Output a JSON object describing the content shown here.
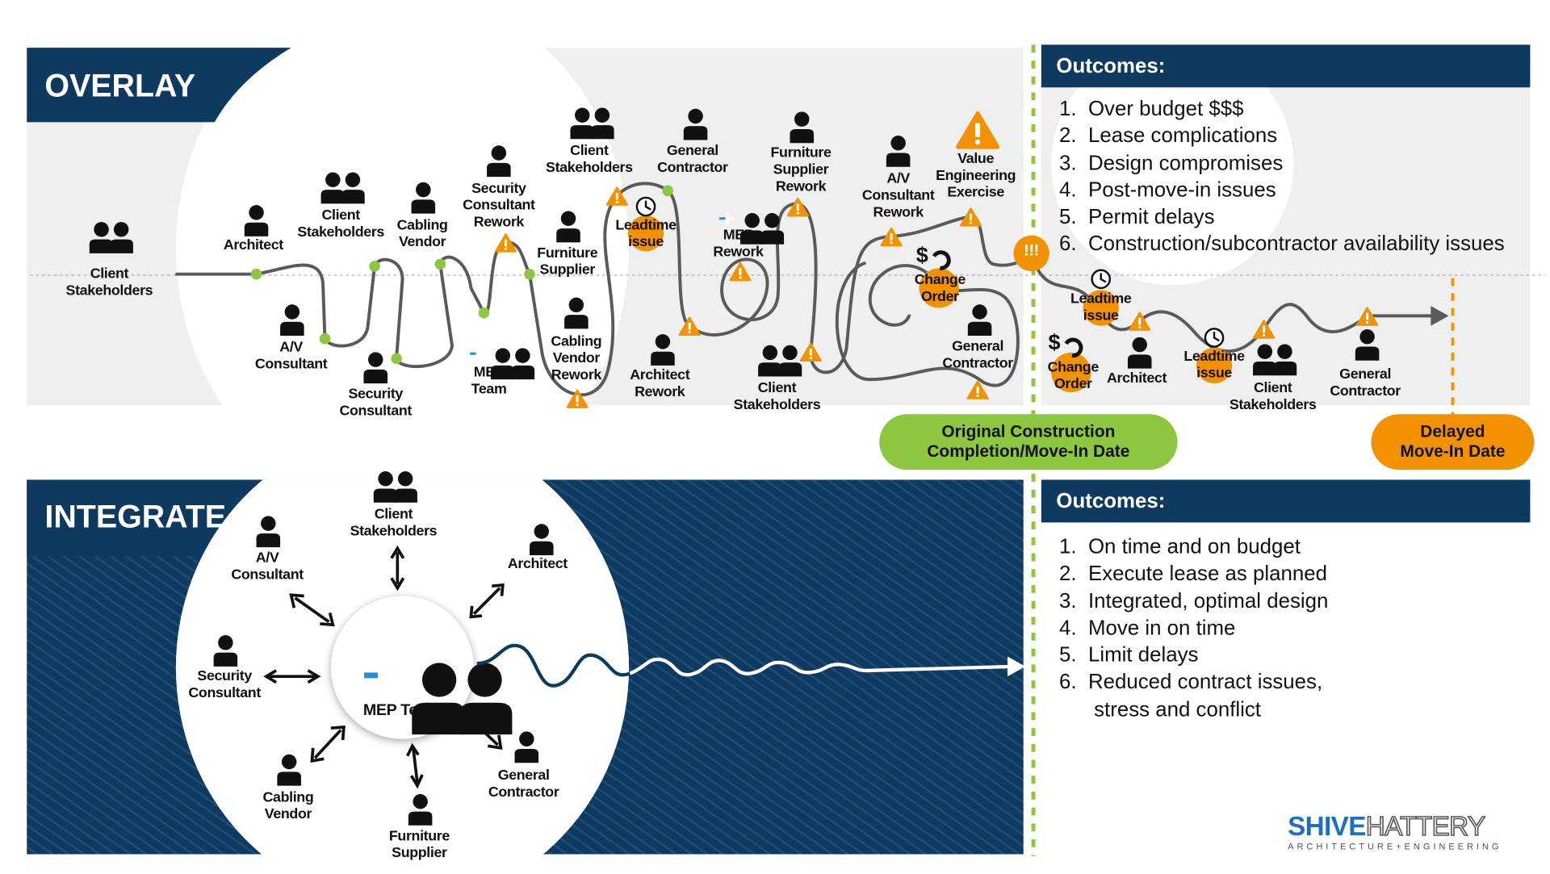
{
  "overlay": {
    "title": "OVERLAY",
    "nodes": [
      {
        "label": "Client\nStakeholders",
        "icon": "two-people-icon"
      },
      {
        "label": "Architect",
        "icon": "person-icon"
      },
      {
        "label": "Client\nStakeholders",
        "icon": "two-people-icon"
      },
      {
        "label": "Cabling\nVendor",
        "icon": "person-icon"
      },
      {
        "label": "Security\nConsultant\nRework",
        "icon": "person-icon"
      },
      {
        "label": "Client\nStakeholders",
        "icon": "two-people-icon"
      },
      {
        "label": "General\nContractor",
        "icon": "person-icon"
      },
      {
        "label": "Furniture\nSupplier\nRework",
        "icon": "person-icon"
      },
      {
        "label": "A/V\nConsultant\nRework",
        "icon": "person-icon"
      },
      {
        "label": "Value\nEngineering\nExercise",
        "icon": "warning-icon"
      },
      {
        "label": "A/V\nConsultant",
        "icon": "person-icon"
      },
      {
        "label": "Security\nConsultant",
        "icon": "person-icon"
      },
      {
        "label": "MEP\nTeam",
        "icon": "mep-team-icon"
      },
      {
        "label": "Furniture\nSupplier",
        "icon": "person-icon"
      },
      {
        "label": "Cabling\nVendor\nRework",
        "icon": "person-icon"
      },
      {
        "label": "Architect\nRework",
        "icon": "person-icon"
      },
      {
        "label": "Leadtime\nissue",
        "icon": "clock-icon"
      },
      {
        "label": "MEP\nRework",
        "icon": "mep-team-icon"
      },
      {
        "label": "Client\nStakeholders",
        "icon": "two-people-icon"
      },
      {
        "label": "Change\nOrder",
        "icon": "dollar-icon"
      },
      {
        "label": "General\nContractor",
        "icon": "person-icon"
      },
      {
        "label": "Leadtime\nissue",
        "icon": "clock-icon"
      },
      {
        "label": "Change\nOrder",
        "icon": "dollar-icon"
      },
      {
        "label": "Architect",
        "icon": "person-icon"
      },
      {
        "label": "Leadtime\nissue",
        "icon": "clock-icon"
      },
      {
        "label": "Client\nStakeholders",
        "icon": "two-people-icon"
      },
      {
        "label": "General\nContractor",
        "icon": "person-icon"
      }
    ],
    "alert_symbol": "!!!",
    "outcomes_title": "Outcomes:",
    "outcomes": [
      "1.  Over budget $$$",
      "2.  Lease complications",
      "3.  Design compromises",
      "4.  Post-move-in issues",
      "5.  Permit delays",
      "6.  Construction/subcontractor availability issues"
    ]
  },
  "milestones": {
    "original": "Original Construction\nCompletion/Move-In Date",
    "delayed": "Delayed\nMove-In Date"
  },
  "integrate": {
    "title": "INTEGRATE",
    "center": "MEP Team",
    "nodes": [
      {
        "label": "Client\nStakeholders",
        "icon": "two-people-icon"
      },
      {
        "label": "Architect",
        "icon": "person-icon"
      },
      {
        "label": "A/V\nConsultant",
        "icon": "person-icon"
      },
      {
        "label": "Security\nConsultant",
        "icon": "person-icon"
      },
      {
        "label": "Cabling\nVendor",
        "icon": "person-icon"
      },
      {
        "label": "Furniture\nSupplier",
        "icon": "person-icon"
      },
      {
        "label": "General\nContractor",
        "icon": "person-icon"
      }
    ],
    "outcomes_title": "Outcomes:",
    "outcomes": [
      "1.  On time and on budget",
      "2.  Execute lease as planned",
      "3.  Integrated, optimal design",
      "4.  Move in on time",
      "5.  Limit delays",
      "6.  Reduced contract issues,",
      "      stress and conflict"
    ]
  },
  "logo": {
    "part1": "SHIVE",
    "part2": "HATTERY",
    "tagline": "ARCHITECTURE+ENGINEERING"
  },
  "colors": {
    "navy": "#0e3a60",
    "orange": "#f39200",
    "green": "#8dc63f",
    "panel_gray": "#efefef",
    "logo_blue": "#1f6fbf"
  }
}
